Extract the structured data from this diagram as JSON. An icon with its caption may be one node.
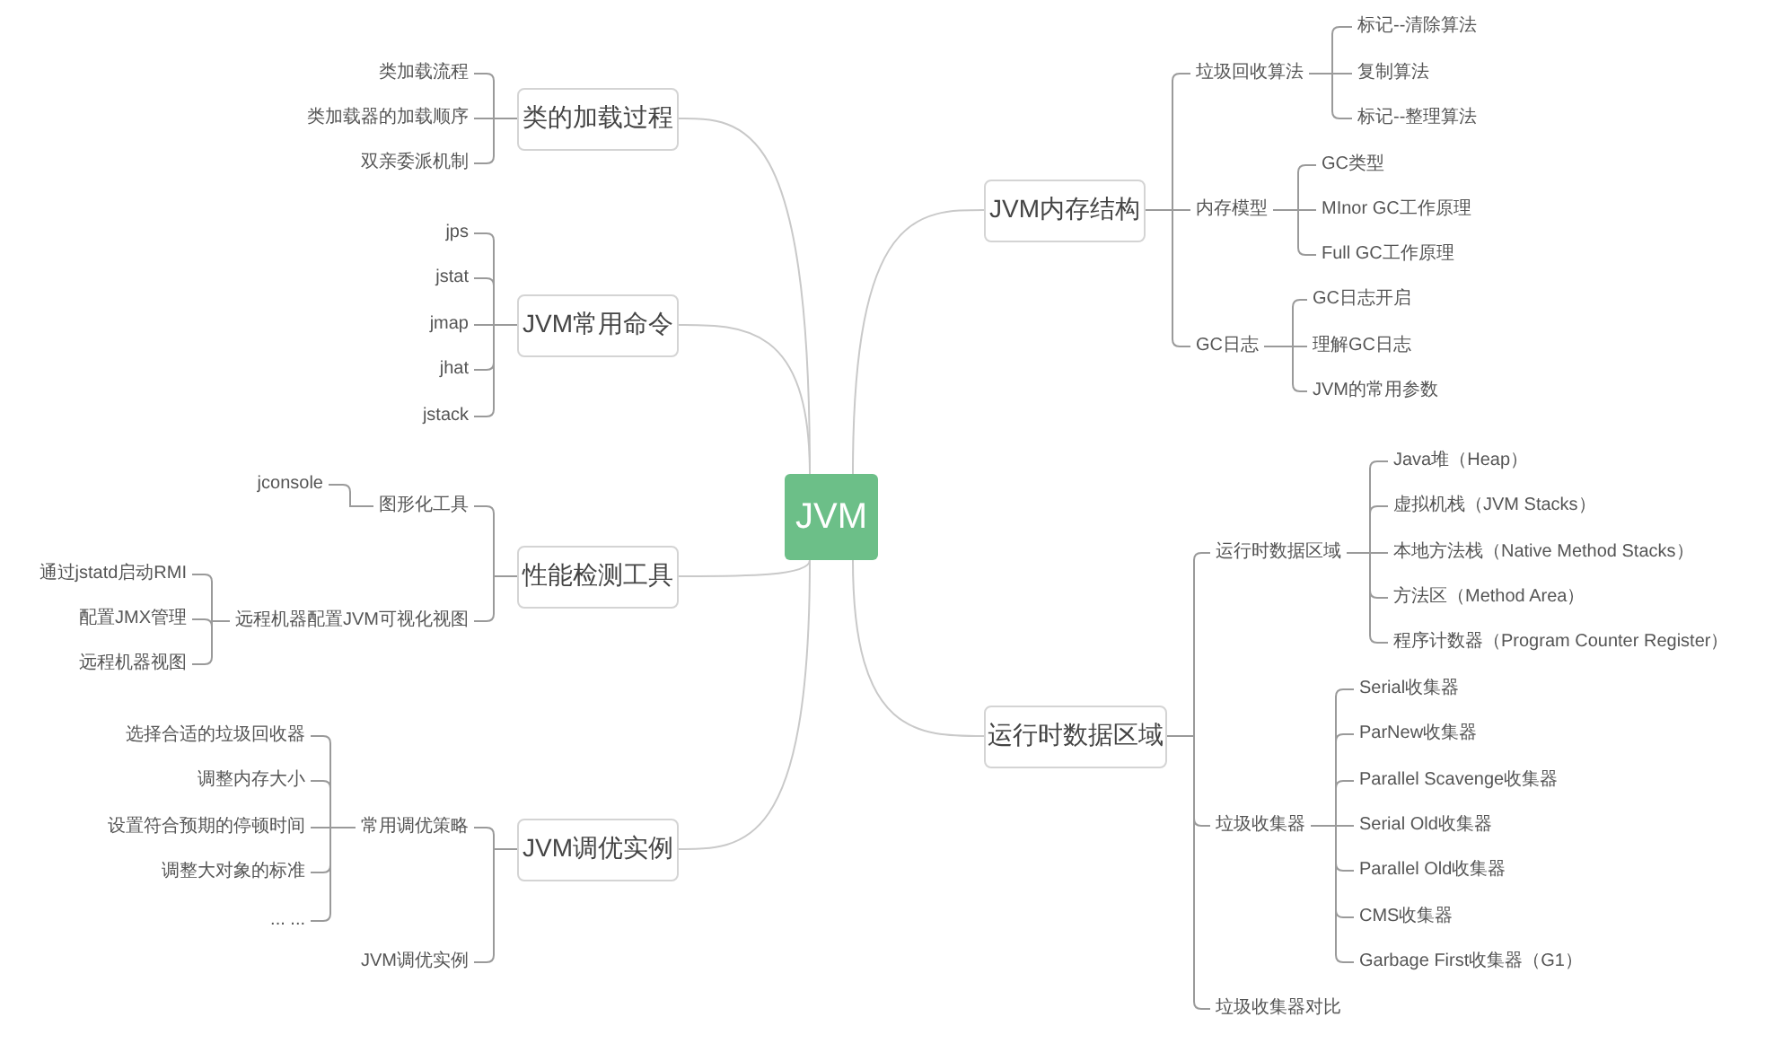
{
  "diagram": {
    "nodes": [
      {
        "text": [
          "JVM"
        ]
      },
      {
        "text": [
          "类的加载过程"
        ]
      },
      {
        "text": [
          "类加载流程"
        ]
      },
      {
        "text": [
          "类加载器的加载顺序"
        ]
      },
      {
        "text": [
          "双亲委派机制"
        ]
      },
      {
        "text": [
          "JVM常用命令"
        ]
      },
      {
        "text": [
          "jps"
        ]
      },
      {
        "text": [
          "jstat"
        ]
      },
      {
        "text": [
          "jmap"
        ]
      },
      {
        "text": [
          "jhat"
        ]
      },
      {
        "text": [
          "jstack"
        ]
      },
      {
        "text": [
          "性能检测工具"
        ]
      },
      {
        "text": [
          "图形化工具"
        ]
      },
      {
        "text": [
          "jconsole"
        ]
      },
      {
        "text": [
          "远程机器配置JVM可视化视图"
        ]
      },
      {
        "text": [
          "通过jstatd启动RMI"
        ]
      },
      {
        "text": [
          "配置JMX管理"
        ]
      },
      {
        "text": [
          "远程机器视图"
        ]
      },
      {
        "text": [
          "JVM调优实例"
        ]
      },
      {
        "text": [
          "常用调优策略"
        ]
      },
      {
        "text": [
          "选择合适的垃圾回收器"
        ]
      },
      {
        "text": [
          "调整内存大小"
        ]
      },
      {
        "text": [
          "设置符合预期的停顿时间"
        ]
      },
      {
        "text": [
          "调整大对象的标准"
        ]
      },
      {
        "text": [
          "... ..."
        ]
      },
      {
        "text": [
          "JVM调优实例"
        ]
      },
      {
        "text": [
          "JVM内存结构"
        ]
      },
      {
        "text": [
          "垃圾回收算法"
        ]
      },
      {
        "text": [
          "标记--清除算法"
        ]
      },
      {
        "text": [
          "复制算法"
        ]
      },
      {
        "text": [
          "标记--整理算法"
        ]
      },
      {
        "text": [
          "内存模型"
        ]
      },
      {
        "text": [
          "GC类型"
        ]
      },
      {
        "text": [
          "MInor GC工作原理"
        ]
      },
      {
        "text": [
          "Full GC工作原理"
        ]
      },
      {
        "text": [
          "GC日志"
        ]
      },
      {
        "text": [
          "GC日志开启"
        ]
      },
      {
        "text": [
          "理解GC日志"
        ]
      },
      {
        "text": [
          "JVM的常用参数"
        ]
      },
      {
        "text": [
          "运行时数据区域"
        ]
      },
      {
        "text": [
          "运行时数据区域"
        ]
      },
      {
        "text": [
          "Java堆（Heap）"
        ]
      },
      {
        "text": [
          "虚拟机栈（JVM Stacks）"
        ]
      },
      {
        "text": [
          "本地方法栈（Native Method Stacks）"
        ]
      },
      {
        "text": [
          "方法区（Method Area）"
        ]
      },
      {
        "text": [
          "程序计数器（Program Counter Register）"
        ]
      },
      {
        "text": [
          "垃圾收集器"
        ]
      },
      {
        "text": [
          "Serial收集器"
        ]
      },
      {
        "text": [
          "ParNew收集器"
        ]
      },
      {
        "text": [
          "Parallel Scavenge收集器"
        ]
      },
      {
        "text": [
          "Serial Old收集器"
        ]
      },
      {
        "text": [
          "Parallel Old收集器"
        ]
      },
      {
        "text": [
          "CMS收集器"
        ]
      },
      {
        "text": [
          "Garbage First收集器（G1）"
        ]
      },
      {
        "text": [
          "垃圾收集器对比"
        ]
      }
    ],
    "edges": [
      {
        "from": 0,
        "to": 1,
        "arrow": "none"
      },
      {
        "from": 1,
        "to": 2,
        "arrow": "none"
      },
      {
        "from": 1,
        "to": 3,
        "arrow": "none"
      },
      {
        "from": 1,
        "to": 4,
        "arrow": "none"
      },
      {
        "from": 0,
        "to": 5,
        "arrow": "none"
      },
      {
        "from": 5,
        "to": 6,
        "arrow": "none"
      },
      {
        "from": 5,
        "to": 7,
        "arrow": "none"
      },
      {
        "from": 5,
        "to": 8,
        "arrow": "none"
      },
      {
        "from": 5,
        "to": 9,
        "arrow": "none"
      },
      {
        "from": 5,
        "to": 10,
        "arrow": "none"
      },
      {
        "from": 0,
        "to": 11,
        "arrow": "none"
      },
      {
        "from": 11,
        "to": 12,
        "arrow": "none"
      },
      {
        "from": 12,
        "to": 13,
        "arrow": "none"
      },
      {
        "from": 11,
        "to": 14,
        "arrow": "none"
      },
      {
        "from": 14,
        "to": 15,
        "arrow": "none"
      },
      {
        "from": 14,
        "to": 16,
        "arrow": "none"
      },
      {
        "from": 14,
        "to": 17,
        "arrow": "none"
      },
      {
        "from": 0,
        "to": 18,
        "arrow": "none"
      },
      {
        "from": 18,
        "to": 19,
        "arrow": "none"
      },
      {
        "from": 19,
        "to": 20,
        "arrow": "none"
      },
      {
        "from": 19,
        "to": 21,
        "arrow": "none"
      },
      {
        "from": 19,
        "to": 22,
        "arrow": "none"
      },
      {
        "from": 19,
        "to": 23,
        "arrow": "none"
      },
      {
        "from": 19,
        "to": 24,
        "arrow": "none"
      },
      {
        "from": 18,
        "to": 25,
        "arrow": "none"
      },
      {
        "from": 0,
        "to": 26,
        "arrow": "none"
      },
      {
        "from": 26,
        "to": 27,
        "arrow": "none"
      },
      {
        "from": 27,
        "to": 28,
        "arrow": "none"
      },
      {
        "from": 27,
        "to": 29,
        "arrow": "none"
      },
      {
        "from": 27,
        "to": 30,
        "arrow": "none"
      },
      {
        "from": 26,
        "to": 31,
        "arrow": "none"
      },
      {
        "from": 31,
        "to": 32,
        "arrow": "none"
      },
      {
        "from": 31,
        "to": 33,
        "arrow": "none"
      },
      {
        "from": 31,
        "to": 34,
        "arrow": "none"
      },
      {
        "from": 26,
        "to": 35,
        "arrow": "none"
      },
      {
        "from": 35,
        "to": 36,
        "arrow": "none"
      },
      {
        "from": 35,
        "to": 37,
        "arrow": "none"
      },
      {
        "from": 35,
        "to": 38,
        "arrow": "none"
      },
      {
        "from": 0,
        "to": 39,
        "arrow": "none"
      },
      {
        "from": 39,
        "to": 40,
        "arrow": "none"
      },
      {
        "from": 40,
        "to": 41,
        "arrow": "none"
      },
      {
        "from": 40,
        "to": 42,
        "arrow": "none"
      },
      {
        "from": 40,
        "to": 43,
        "arrow": "none"
      },
      {
        "from": 40,
        "to": 44,
        "arrow": "none"
      },
      {
        "from": 40,
        "to": 45,
        "arrow": "none"
      },
      {
        "from": 39,
        "to": 46,
        "arrow": "none"
      },
      {
        "from": 46,
        "to": 47,
        "arrow": "none"
      },
      {
        "from": 46,
        "to": 48,
        "arrow": "none"
      },
      {
        "from": 46,
        "to": 49,
        "arrow": "none"
      },
      {
        "from": 46,
        "to": 50,
        "arrow": "none"
      },
      {
        "from": 46,
        "to": 51,
        "arrow": "none"
      },
      {
        "from": 46,
        "to": 52,
        "arrow": "none"
      },
      {
        "from": 46,
        "to": 53,
        "arrow": "none"
      },
      {
        "from": 39,
        "to": 54,
        "arrow": "none"
      }
    ]
  }
}
